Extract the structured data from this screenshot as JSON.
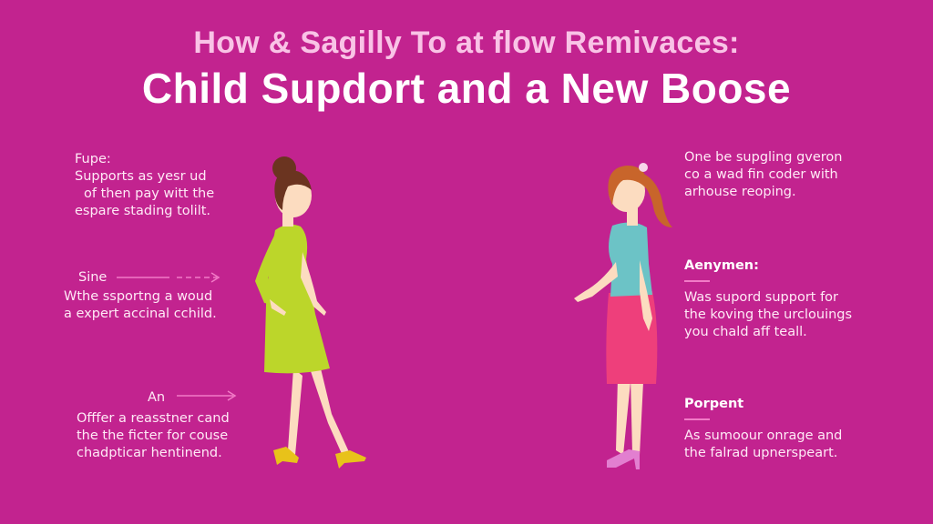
{
  "title": {
    "line1": "How & Sagilly To at flow Remivaces:",
    "line2": "Child Supdort and a New Boose"
  },
  "colors": {
    "background": "#c2238f",
    "title_line1": "#f9c3e6",
    "title_line2": "#ffffff",
    "arrow": "#f27bc7",
    "dress_green": "#bcd62a",
    "top_teal": "#6cc3c6",
    "skirt_pink": "#ee3f7b",
    "skin": "#fcdcc0",
    "hair_brown": "#6b3420",
    "hair_auburn": "#c8652b"
  },
  "left_blocks": [
    {
      "heading": "Fupe:",
      "lines": [
        "Supports as yesr ud",
        "of then pay witt the",
        "espare stading tolilt."
      ]
    },
    {
      "heading": "Sine",
      "lines": [
        "Wthe ssportng a woud",
        "a expert accinal cchild."
      ]
    },
    {
      "heading": "An",
      "lines": [
        "Offfer a reasstner cand",
        "the the ficter for couse",
        "chadpticar hentinend."
      ]
    }
  ],
  "right_blocks": [
    {
      "heading": "",
      "lines": [
        "One be supgling gveron",
        "co a wad fin coder with",
        "arhouse reoping."
      ]
    },
    {
      "heading": "Aenymen:",
      "lines": [
        "Was supord support for",
        "the koving the urclouings",
        "you chald aff teall."
      ]
    },
    {
      "heading": "Porpent",
      "lines": [
        "As sumoour onrage and",
        "the falrad upnerspeart."
      ]
    }
  ],
  "figures": [
    {
      "name": "woman-green-dress",
      "outfit": "green dress, yellow heels, brown bun"
    },
    {
      "name": "woman-teal-top-pink-skirt",
      "outfit": "teal top, pink skirt, pink heels, auburn ponytail"
    }
  ]
}
